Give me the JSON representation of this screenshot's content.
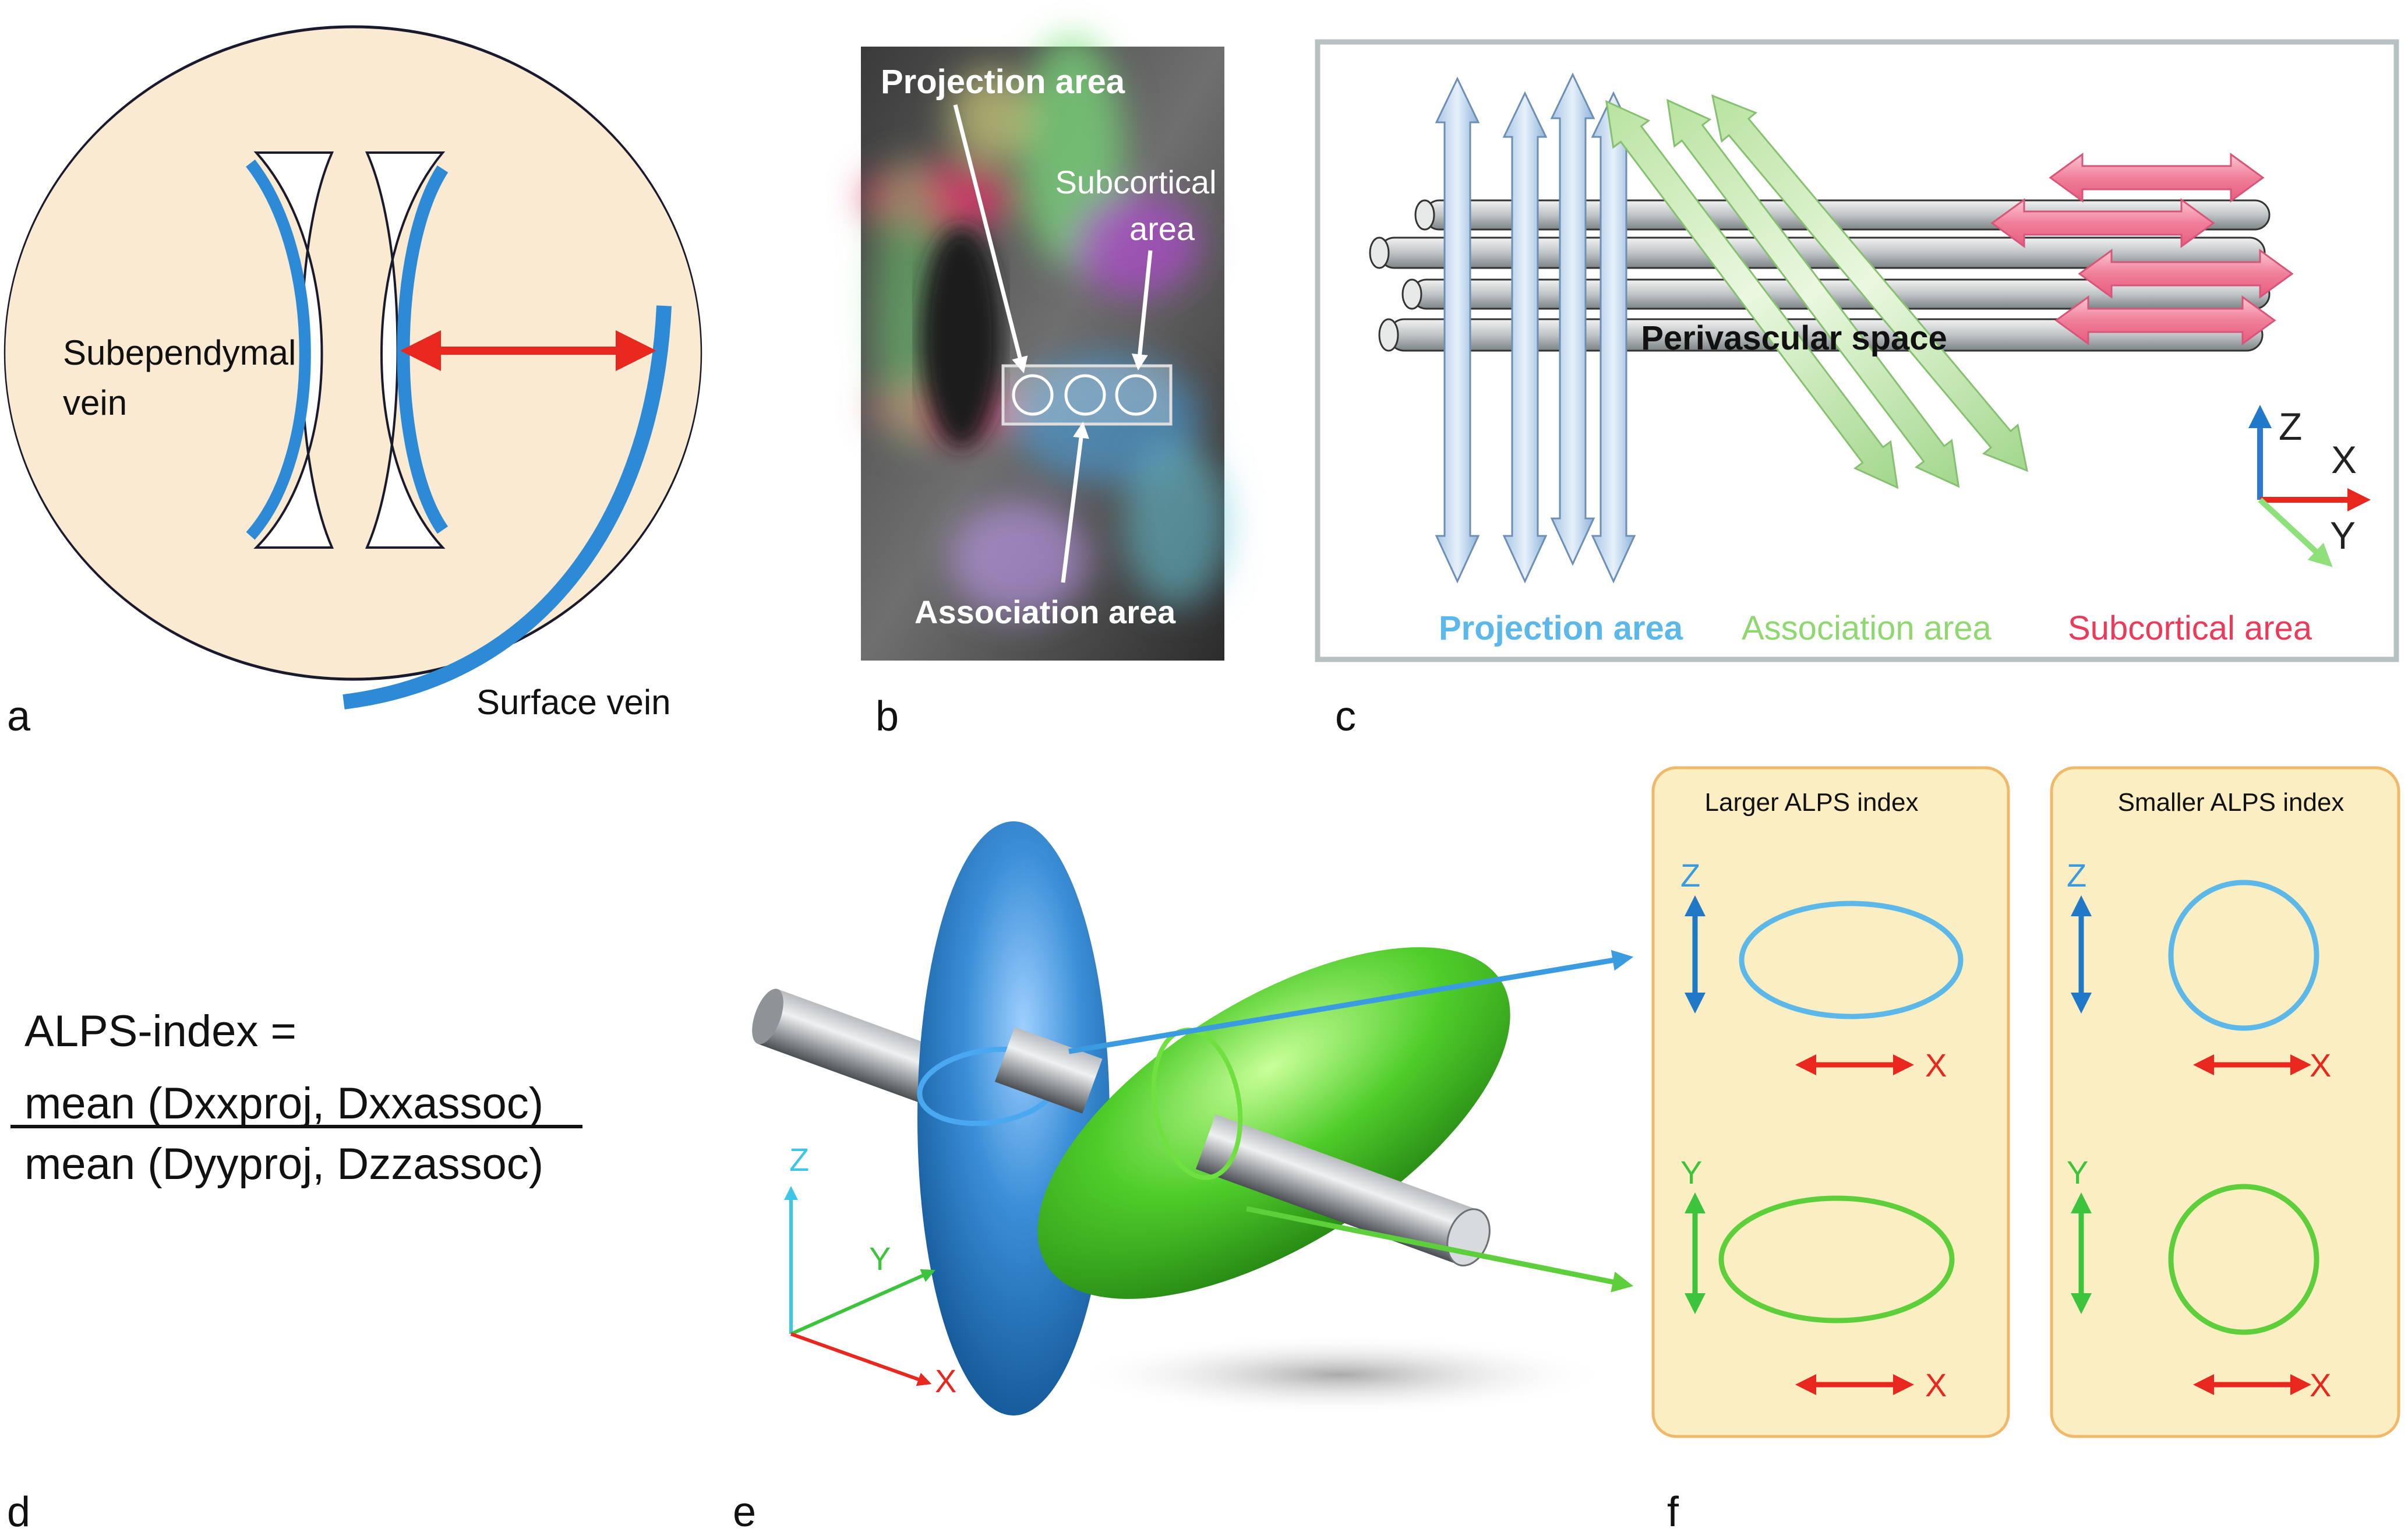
{
  "panel_letters": {
    "a": "a",
    "b": "b",
    "c": "c",
    "d": "d",
    "e": "e",
    "f": "f"
  },
  "panel_a": {
    "subependymal_vein_line1": "Subependymal",
    "subependymal_vein_line2": "vein",
    "surface_vein": "Surface vein"
  },
  "panel_b": {
    "projection_area": "Projection area",
    "subcortical_area_line1": "Subcortical",
    "subcortical_area_line2": "area",
    "association_area": "Association area"
  },
  "panel_c": {
    "perivascular_space": "Perivascular space",
    "projection_area": "Projection area",
    "association_area": "Association area",
    "subcortical_area": "Subcortical area",
    "axis_z": "Z",
    "axis_x": "X",
    "axis_y": "Y"
  },
  "panel_d": {
    "formula_lhs": "ALPS-index =",
    "numerator": "mean (Dxxproj, Dxxassoc)",
    "denominator": "mean (Dyyproj, Dzzassoc)"
  },
  "panel_e": {
    "axis_z": "Z",
    "axis_y": "Y",
    "axis_x": "X"
  },
  "panel_f": {
    "larger_title": "Larger ALPS index",
    "smaller_title": "Smaller ALPS index",
    "axis_z": "Z",
    "axis_y": "Y",
    "axis_x": "X"
  },
  "colors": {
    "blue": "#2d8ad6",
    "light_blue": "#5bb8e8",
    "green": "#5ccf3a",
    "red": "#e8281e",
    "pink": "#f07f9a",
    "cream": "#f9ead1",
    "panel_f_bg": "#fbeec2"
  }
}
